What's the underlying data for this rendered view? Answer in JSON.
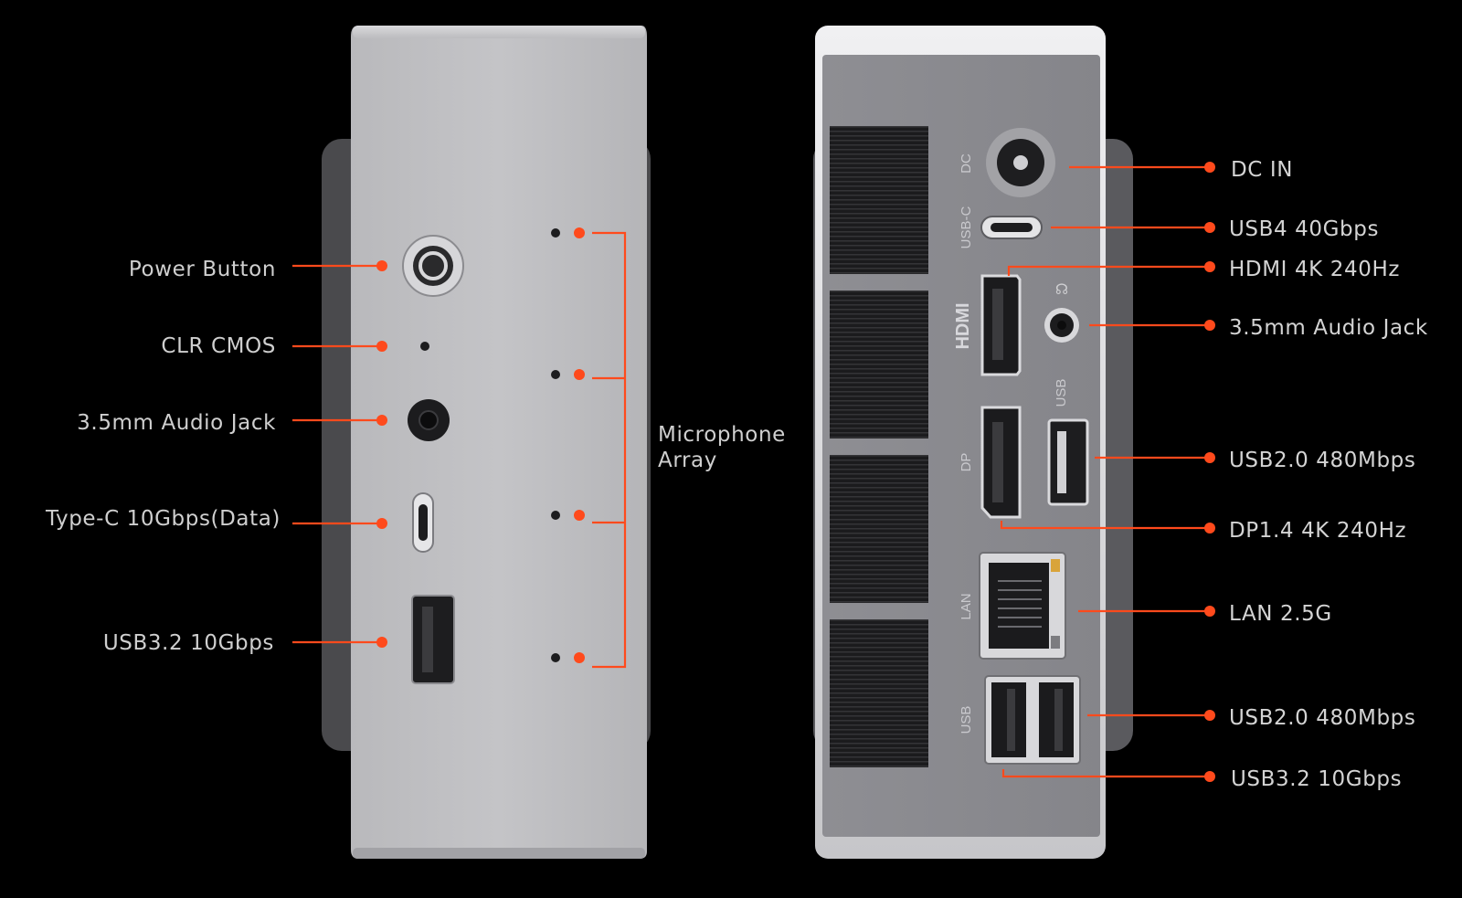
{
  "colors": {
    "background": "#000000",
    "accent": "#ff4a1c",
    "label_text": "#cfcfcf"
  },
  "front_panel": {
    "labels": {
      "power_button": "Power Button",
      "clr_cmos": "CLR CMOS",
      "audio_jack": "3.5mm Audio Jack",
      "type_c": "Type-C 10Gbps(Data)",
      "usb32": "USB3.2 10Gbps"
    },
    "microphone_array": {
      "line1": "Microphone",
      "line2": "Array"
    }
  },
  "rear_panel": {
    "labels": {
      "dc_in": "DC IN",
      "usb4": "USB4 40Gbps",
      "hdmi": "HDMI 4K 240Hz",
      "audio_jack": "3.5mm Audio Jack",
      "usb20_top": "USB2.0 480Mbps",
      "dp": "DP1.4 4K 240Hz",
      "lan": "LAN 2.5G",
      "usb20_bottom": "USB2.0 480Mbps",
      "usb32": "USB3.2 10Gbps"
    },
    "printed": {
      "dc": "DC",
      "usb_c": "USB-C",
      "hdmi": "HDMI",
      "usb_a": "USB",
      "dp": "DP",
      "lan": "LAN",
      "usb_b": "USB"
    }
  }
}
